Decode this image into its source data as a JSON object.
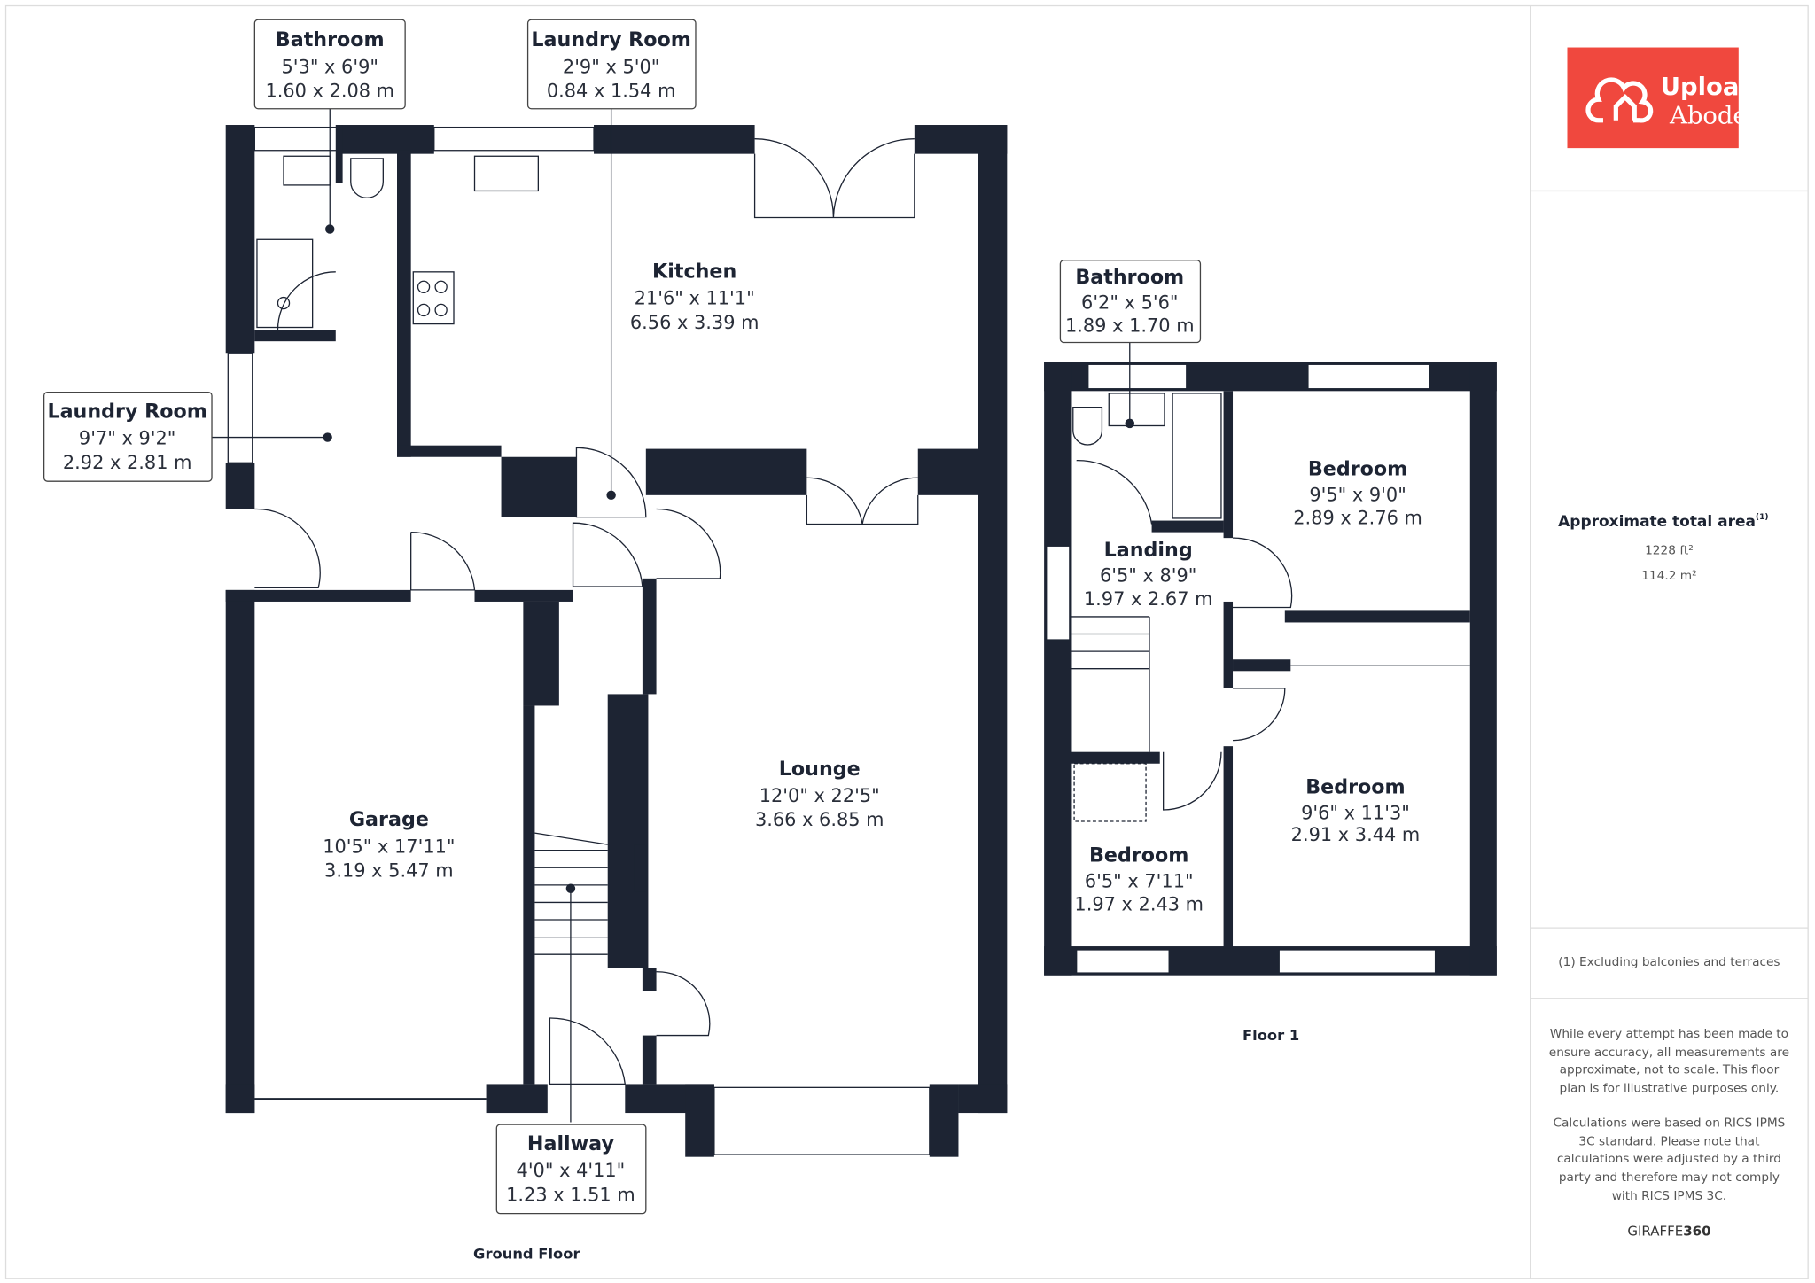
{
  "brand": {
    "logo_line1": "Upload",
    "logo_line2": "Abode",
    "logo_color": "#f0483e"
  },
  "summary": {
    "area_title": "Approximate total area",
    "area_footnote_mark": "(1)",
    "area_ft": "1228 ft²",
    "area_m": "114.2 m²",
    "footnote": "(1) Excluding balconies and terraces",
    "disclaimer_lines": [
      "While every attempt has been made to",
      "ensure accuracy, all measurements are",
      "approximate, not to scale. This floor",
      "plan is for illustrative purposes only."
    ],
    "calc_lines": [
      "Calculations were based on RICS IPMS",
      "3C standard. Please note that",
      "calculations were adjusted by a third",
      "party and therefore may not comply",
      "with RICS IPMS 3C."
    ],
    "vendor_a": "GIRAFFE",
    "vendor_b": "360"
  },
  "ground_floor": {
    "label": "Ground Floor",
    "rooms": [
      {
        "name": "Bathroom",
        "imperial": "5'3\" x 6'9\"",
        "metric": "1.60 x 2.08 m"
      },
      {
        "name": "Laundry Room",
        "imperial": "2'9\" x 5'0\"",
        "metric": "0.84 x 1.54 m"
      },
      {
        "name": "Kitchen",
        "imperial": "21'6\" x 11'1\"",
        "metric": "6.56 x 3.39 m"
      },
      {
        "name": "Laundry Room",
        "imperial": "9'7\" x 9'2\"",
        "metric": "2.92 x 2.81 m"
      },
      {
        "name": "Lounge",
        "imperial": "12'0\" x 22'5\"",
        "metric": "3.66 x 6.85 m"
      },
      {
        "name": "Garage",
        "imperial": "10'5\" x 17'11\"",
        "metric": "3.19 x 5.47 m"
      },
      {
        "name": "Hallway",
        "imperial": "4'0\" x 4'11\"",
        "metric": "1.23 x 1.51 m"
      }
    ]
  },
  "floor_1": {
    "label": "Floor 1",
    "rooms": [
      {
        "name": "Bathroom",
        "imperial": "6'2\" x 5'6\"",
        "metric": "1.89 x 1.70 m"
      },
      {
        "name": "Bedroom",
        "imperial": "9'5\" x 9'0\"",
        "metric": "2.89 x 2.76 m"
      },
      {
        "name": "Landing",
        "imperial": "6'5\" x 8'9\"",
        "metric": "1.97 x 2.67 m"
      },
      {
        "name": "Bedroom",
        "imperial": "9'6\" x 11'3\"",
        "metric": "2.91 x 3.44 m"
      },
      {
        "name": "Bedroom",
        "imperial": "6'5\" x 7'11\"",
        "metric": "1.97 x 2.43 m"
      }
    ]
  }
}
